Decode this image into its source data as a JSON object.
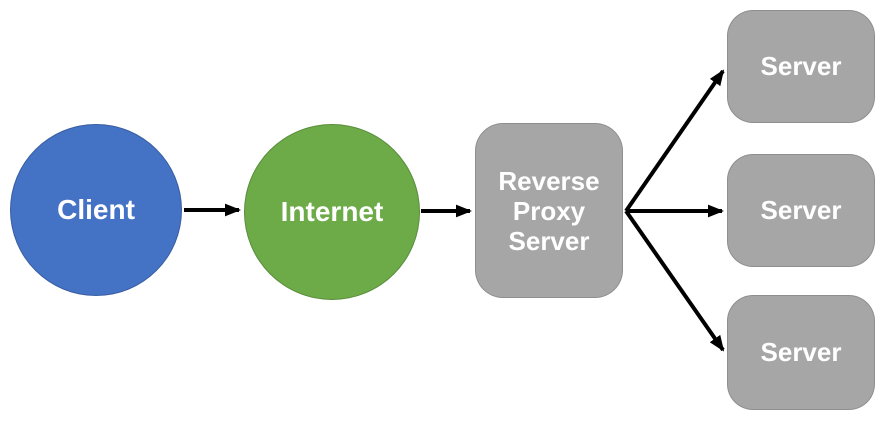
{
  "colors": {
    "background": "#FFFFFF",
    "client_fill": "#4472C4",
    "internet_fill": "#6CAB47",
    "server_fill": "#A6A6A6",
    "label_text": "#FFFFFF",
    "arrow": "#000000"
  },
  "nodes": {
    "client": {
      "label": "Client",
      "shape": "circle"
    },
    "internet": {
      "label": "Internet",
      "shape": "circle"
    },
    "reverse_proxy": {
      "label": "Reverse Proxy Server",
      "lines": [
        "Reverse",
        "Proxy",
        "Server"
      ],
      "shape": "rounded-rectangle"
    },
    "server_top": {
      "label": "Server",
      "shape": "rounded-rectangle"
    },
    "server_middle": {
      "label": "Server",
      "shape": "rounded-rectangle"
    },
    "server_bottom": {
      "label": "Server",
      "shape": "rounded-rectangle"
    }
  },
  "edges": [
    {
      "from": "Client",
      "to": "Internet"
    },
    {
      "from": "Internet",
      "to": "Reverse Proxy Server"
    },
    {
      "from": "Reverse Proxy Server",
      "to": "Server (top)"
    },
    {
      "from": "Reverse Proxy Server",
      "to": "Server (middle)"
    },
    {
      "from": "Reverse Proxy Server",
      "to": "Server (bottom)"
    }
  ]
}
